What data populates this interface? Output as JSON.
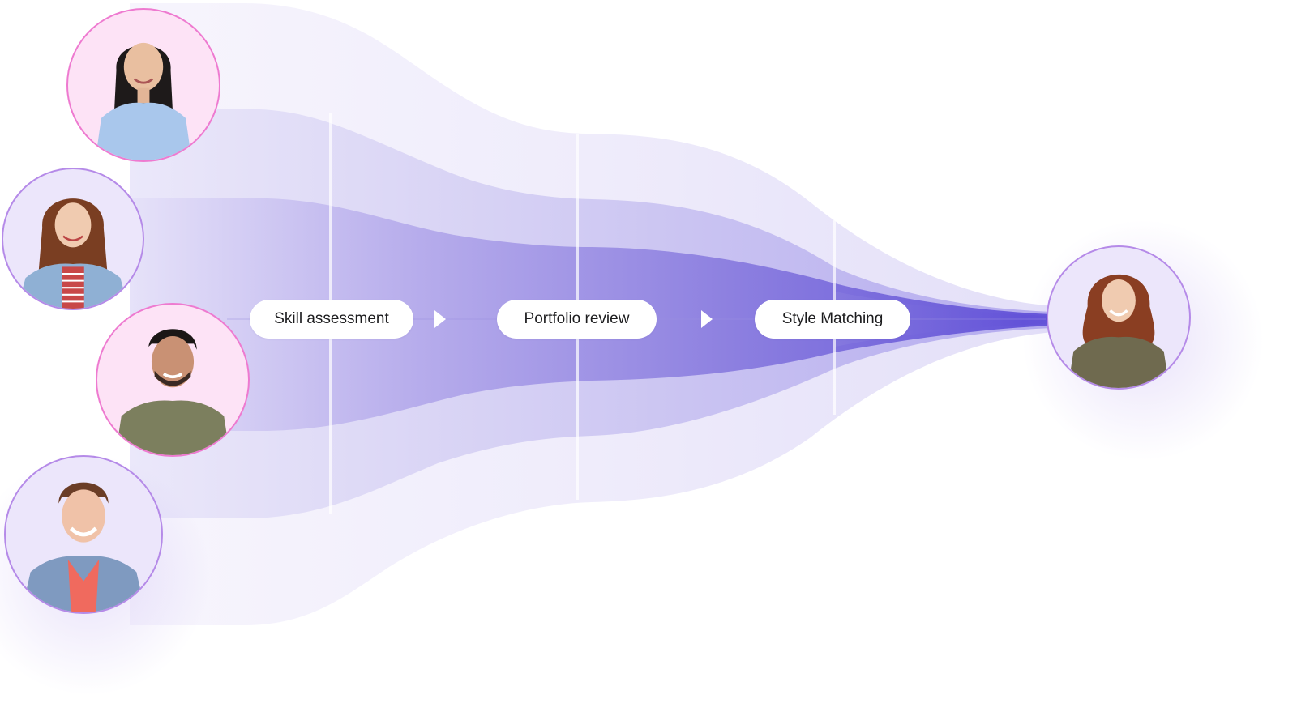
{
  "diagram": {
    "title": "Candidate matching funnel",
    "stages": [
      {
        "label": "Skill assessment"
      },
      {
        "label": "Portfolio review"
      },
      {
        "label": "Style Matching"
      }
    ],
    "candidates": [
      {
        "name": "candidate-1",
        "description": "young woman, long black hair, light blue t-shirt",
        "background": "#fde3f6",
        "border": "#ee7ad0"
      },
      {
        "name": "candidate-2",
        "description": "young woman, long auburn hair, denim jacket, striped shirt",
        "background": "#ece6fb",
        "border": "#b58ae8"
      },
      {
        "name": "candidate-3",
        "description": "man, dark hair and beard, olive shirt",
        "background": "#fde3f6",
        "border": "#ee7ad0"
      },
      {
        "name": "candidate-4",
        "description": "young man, short brown hair, denim jacket, coral t-shirt",
        "background": "#ece6fb",
        "border": "#b58ae8"
      }
    ],
    "result": {
      "name": "matched-candidate",
      "description": "woman, wavy auburn hair, olive t-shirt",
      "background": "#ece6fb",
      "border": "#b58ae8"
    },
    "colors": {
      "band_outer": "#efecfb",
      "band_middle": "#d6d1f4",
      "band_inner": "#a79de9",
      "band_core": "#6a5ad9",
      "divider": "#ffffff",
      "pill_text": "#1c1c1e"
    }
  }
}
